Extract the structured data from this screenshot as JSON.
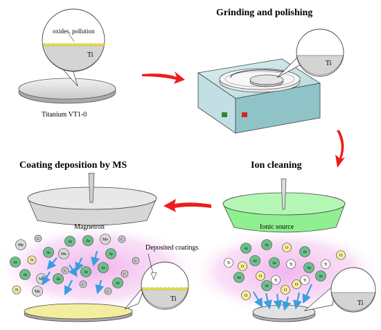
{
  "headings": {
    "grinding": "Grinding and polishing",
    "coating": "Coating deposition by MS",
    "ion": "Ion cleaning"
  },
  "labels": {
    "oxides": "oxides, pollution",
    "ti": "Ti",
    "titanium": "Titanium VT1-0",
    "magnetron": "Magnetron",
    "ionic_source": "Ionic source",
    "deposited": "Deposited coatings"
  },
  "particles": {
    "ar": "Ar",
    "me": "Me",
    "n": "N",
    "c": "C",
    "o": "O",
    "ti": "Ti"
  },
  "colors": {
    "arrow_red": "#ee1c1c",
    "ion_blue": "#3a9ee0",
    "ar_green": "#6cc08c",
    "me_gray": "#d9d9d9",
    "n_yellow": "#f2e6a8",
    "c_gray": "#c8c8c8",
    "o_yellow": "#f5ef9a",
    "ionic_green": "#90ef90",
    "magnetron_gray": "#d7d7d7",
    "coating_yellow": "#f3ed9e",
    "glow_pink": "#f3c3ef",
    "table_teal": "#cfe7ea",
    "led_green": "#2a8a2a",
    "led_red": "#d42222"
  }
}
